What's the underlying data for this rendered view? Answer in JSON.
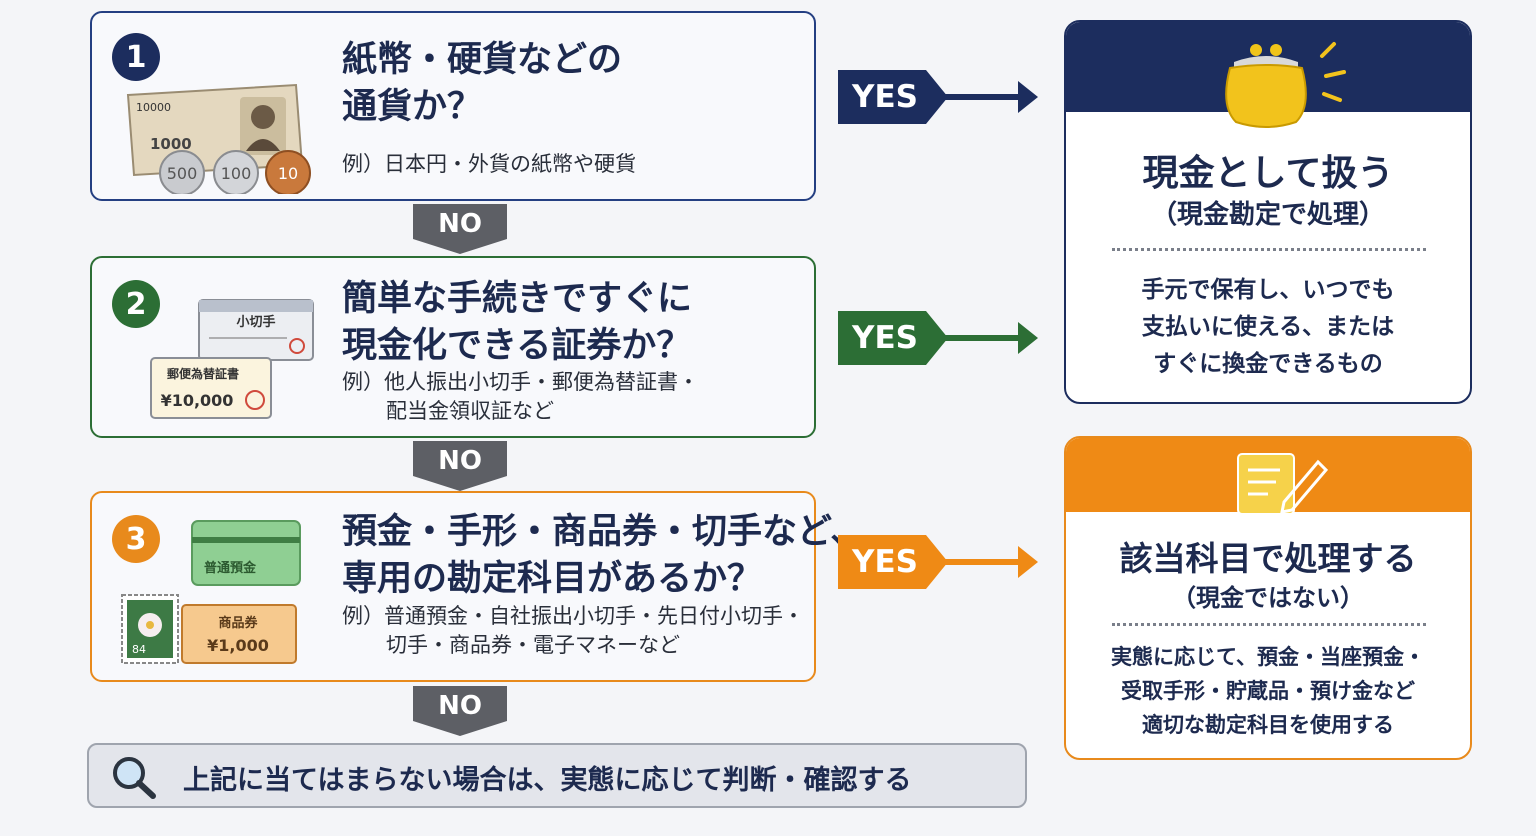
{
  "colors": {
    "navy": "#1c2d5e",
    "green": "#2c6e35",
    "orange": "#ef8a15",
    "no_gray": "#5d5f65"
  },
  "questions": [
    {
      "number": "1",
      "title_lines": [
        "紙幣・硬貨などの",
        "通貨か？"
      ],
      "example_lines": [
        "例）日本円・外貨の紙幣や硬貨"
      ],
      "illustration": {
        "note_label": "10000",
        "note_value": "1000",
        "coins": [
          "500",
          "100",
          "10"
        ]
      }
    },
    {
      "number": "2",
      "title_lines": [
        "簡単な手続きですぐに",
        "現金化できる証券か？"
      ],
      "example_lines": [
        "例）他人振出小切手・郵便為替証書・",
        "配当金領収証など"
      ],
      "illustration": {
        "check_label": "小切手",
        "postal_label": "郵便為替証書",
        "postal_amount": "¥10,000"
      }
    },
    {
      "number": "3",
      "title_lines": [
        "預金・手形・商品券・切手など、",
        "専用の勘定科目があるか？"
      ],
      "example_lines": [
        "例）普通預金・自社振出小切手・先日付小切手・",
        "切手・商品券・電子マネーなど"
      ],
      "illustration": {
        "passbook_label": "普通預金",
        "stamp_value": "84",
        "voucher_label": "商品券",
        "voucher_amount": "¥1,000"
      }
    }
  ],
  "no_label": "NO",
  "yes_label": "YES",
  "results": [
    {
      "icon": "purse-icon",
      "title": "現金として扱う",
      "subtitle": "（現金勘定で処理）",
      "desc_lines": [
        "手元で保有し、いつでも",
        "支払いに使える、または",
        "すぐに換金できるもの"
      ]
    },
    {
      "icon": "memo-pencil-icon",
      "title": "該当科目で処理する",
      "subtitle": "（現金ではない）",
      "desc_lines": [
        "実態に応じて、預金・当座預金・",
        "受取手形・貯蔵品・預け金など",
        "適切な勘定科目を使用する"
      ]
    }
  ],
  "bottom_note": {
    "icon": "magnifier-icon",
    "text": "上記に当てはまらない場合は、実態に応じて判断・確認する"
  }
}
